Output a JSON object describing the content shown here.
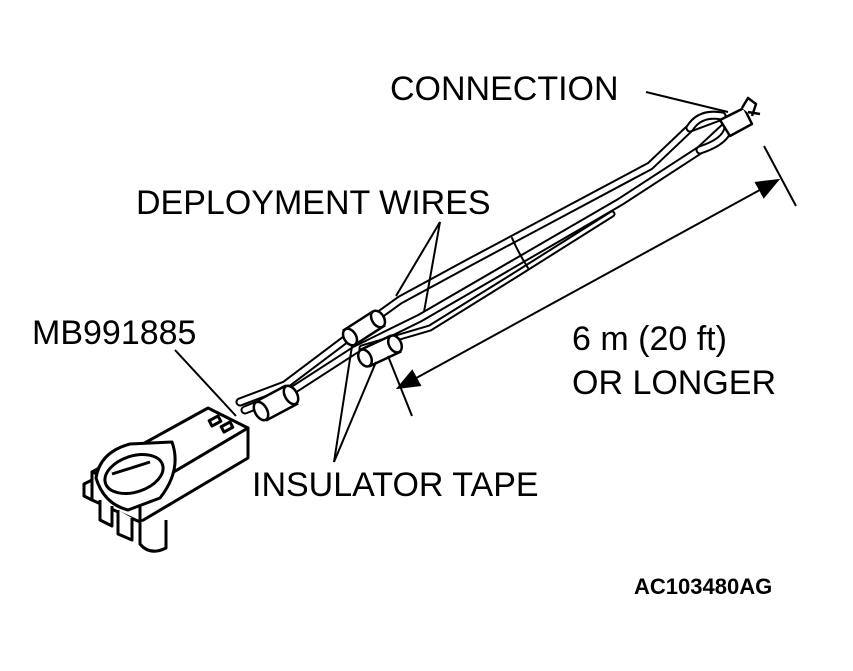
{
  "labels": {
    "connection": "CONNECTION",
    "deployment_wires": "DEPLOYMENT WIRES",
    "tool_number": "MB991885",
    "length_line1": "6 m (20 ft)",
    "length_line2": "OR LONGER",
    "insulator_tape": "INSULATOR TAPE",
    "figure_code": "AC103480AG"
  },
  "colors": {
    "ink": "#000000",
    "paper": "#ffffff"
  }
}
